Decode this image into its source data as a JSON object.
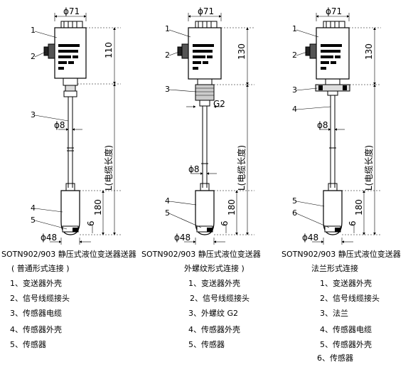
{
  "units": {
    "left": {
      "width": "ϕ71",
      "head_height": "110",
      "cable_length": "L(电缆长度)",
      "thread": "",
      "rod_dia": "ϕ8",
      "probe_height": "180",
      "tip": "6",
      "probe_dia": "ϕ48",
      "callouts": [
        "1",
        "2",
        "3",
        "4",
        "5"
      ]
    },
    "middle": {
      "width": "ϕ71",
      "head_height": "130",
      "cable_length": "L(电缆长度)",
      "thread": "G2",
      "rod_dia": "ϕ8",
      "probe_height": "180",
      "tip": "6",
      "probe_dia": "ϕ48",
      "callouts": [
        "1",
        "2",
        "3",
        "4",
        "5"
      ]
    },
    "right": {
      "width": "ϕ71",
      "head_height": "130",
      "cable_length": "L(电缆长度)",
      "thread": "",
      "rod_dia": "ϕ8",
      "probe_height": "180",
      "tip": "6",
      "probe_dia": "ϕ48",
      "callouts": [
        "1",
        "2",
        "3",
        "4",
        "5",
        "6"
      ]
    }
  },
  "captions": {
    "left": {
      "title1": "SOTN902/903 静压式液位变送器送器",
      "title2": "( 普通形式连接 )",
      "items": [
        "1、变送器外壳",
        "2、信号线缆接头",
        "3、传感器电缆",
        "4、传感器外壳",
        "5、传感器"
      ]
    },
    "middle": {
      "title1": "SOTN902/903 静压式液位变送器",
      "title2": "外螺纹形式连接 )",
      "items": [
        "1、变送器外壳",
        "2、信号线缆接头",
        "3、外螺纹 G2",
        "4、传感器外壳",
        "5、传感器"
      ]
    },
    "right": {
      "title1": "SOTN902/903 静压式液位变送器",
      "title2": "法兰形式连接",
      "items": [
        "1、变送器外壳",
        "2、信号线缆接头",
        "3、法兰",
        "4、传感器电缆",
        "5、传感器外壳",
        "6、传感器"
      ]
    }
  }
}
